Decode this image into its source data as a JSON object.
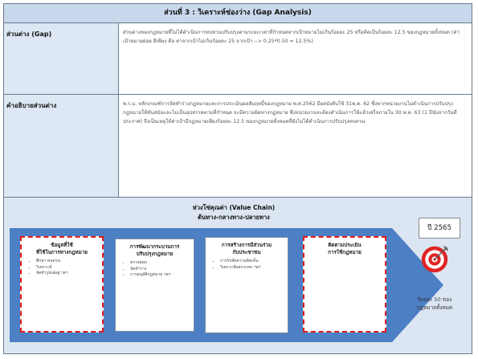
{
  "header": {
    "title": "ส่วนที่ 3 : วิเคราะห์ช่องว่าง (Gap Analysis)"
  },
  "gap": {
    "label": "ส่วนต่าง (Gap)",
    "text": "ส่วนต่างของกฎหมายที่ไม่ได้ดำเนินการทบทวนปรับปรุงตามระยะเวลาที่กำหนดจากเป้าหมายไม่เกินร้อยละ 25 หรือคิดเป็นร้อยละ 12.5 ของกฎหมายทั้งหมด (ค่าเป้าหมายย่อย ลีเพียง คือ ค่าจากเป้าไม่เกินร้อยละ 25 จากเป้า --> 0.25*0.50 = 12.5%)"
  },
  "explain": {
    "label": "คำอธิบายส่วนต่าง",
    "text": "พ.ร.บ. หลักเกณฑ์การจัดทำร่างกฎหมายและการประเมินผลสัมฤทธิ์ของกฎหมาย พ.ศ.2562 มีผลบังคับใช้ 31พ.ค. 62 ซึ่งหากหน่วยงานไม่ดำเนินการปรับปรุงกฎหมายให้ทันสมัยและไม่เป็นอุปสรรคตามที่กำหนด จะมีความผิดทางกฎหมาย ซึ่งหน่วยงานจะต้องดำเนินการให้แล้วเสร็จภายใน 30 พ.ค. 63 (1 ปีนับจากวันที่ประกาศ) จึงเป็นเหตุให้ค่าเป้ามีกฎหมายเพียงร้อยละ 12.5 ของกฎหมายทั้งหมดที่ยังไม่ได้ดำเนินการปรับปรุงทบทวน"
  },
  "value_chain": {
    "title": "ห่วงโซ่คุณค่า (Value Chain)",
    "subtitle": "ต้นทาง-กลางทาง-ปลายทาง",
    "year": "ปี 2565",
    "target_text": [
      "ร้อยละ 50 ของ",
      "กฎหมายทั้งหมด"
    ],
    "cards": [
      {
        "title": [
          "ข้อมูลที่ใช้",
          "ที่ใช้ในการทางกฎหมาย"
        ],
        "items": [
          "ศึกษา ทบทวน",
          "วิเคราะห์",
          "จัดทำรูปเล่มสู่ ฯลฯ"
        ]
      },
      {
        "title": [
          "การพัฒนากระบวนการ",
          "ปรับปรุงกฎหมาย"
        ],
        "items": [
          "ตรวจสอบ",
          "จัดทำร่าง",
          "การอนุมัติกฎหมาย ฯลฯ"
        ]
      },
      {
        "title": [
          "การสร้างการมีส่วนร่วม",
          "กับประชาชน"
        ],
        "items": [
          "การรับฟังความคิดเห็น",
          "วิเคราะห์ผลกระทบ ฯลฯ"
        ]
      },
      {
        "title": [
          "ติดตามประเมิน",
          "การใช้กฎหมาย"
        ],
        "items": []
      }
    ]
  },
  "colors": {
    "title_bar": "#c9d8ec",
    "label_bg": "#dde8f4",
    "vc_bg": "#dbe6f2",
    "arrow": "#4c7fc4",
    "dash": "#e11b1b",
    "target_red": "#e02424"
  }
}
